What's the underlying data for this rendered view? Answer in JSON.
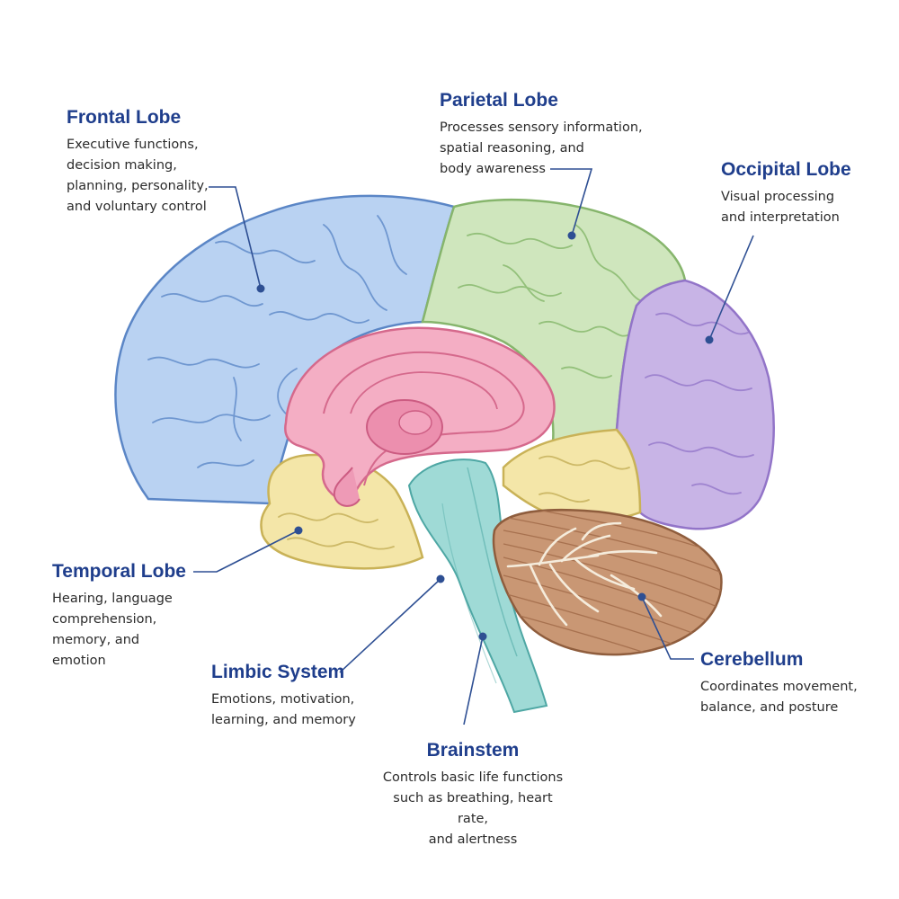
{
  "labels": {
    "frontal": {
      "title": "Frontal Lobe",
      "desc": "Executive functions,\ndecision making,\nplanning, personality,\nand voluntary control"
    },
    "parietal": {
      "title": "Parietal Lobe",
      "desc": "Processes sensory information,\nspatial reasoning, and\nbody awareness"
    },
    "occipital": {
      "title": "Occipital Lobe",
      "desc": "Visual processing\nand interpretation"
    },
    "temporal": {
      "title": "Temporal Lobe",
      "desc": "Hearing, language\ncomprehension,\nmemory, and\nemotion"
    },
    "limbic": {
      "title": "Limbic System",
      "desc": "Emotions, motivation,\nlearning, and memory"
    },
    "brainstem": {
      "title": "Brainstem",
      "desc": "Controls basic life functions\nsuch as breathing, heart rate,\nand alertness"
    },
    "cerebellum": {
      "title": "Cerebellum",
      "desc": "Coordinates movement,\nbalance, and posture"
    }
  },
  "colors": {
    "frontal": "#b9d2f2",
    "parietal": "#cfe6bd",
    "occipital": "#c8b4e6",
    "temporal": "#f4e6a8",
    "limbic": "#f4aec4",
    "brainstem": "#9fdad6",
    "cerebellum": "#c99774",
    "title": "#1f3e8c",
    "leader": "#2e4f93"
  }
}
